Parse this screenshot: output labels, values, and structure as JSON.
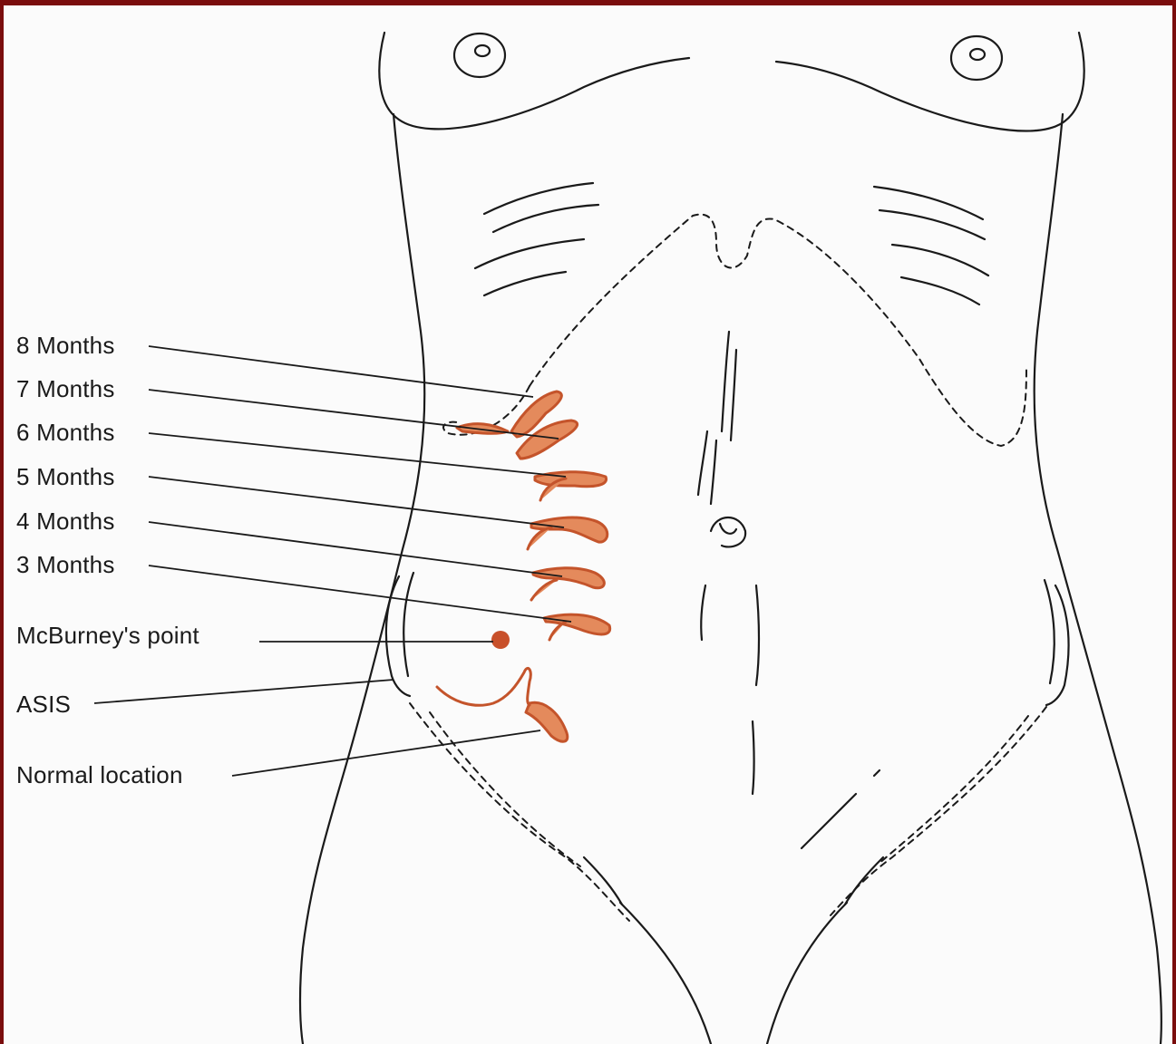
{
  "diagram": {
    "labels": {
      "m8": "8 Months",
      "m7": "7 Months",
      "m6": "6 Months",
      "m5": "5 Months",
      "m4": "4 Months",
      "m3": "3 Months",
      "mcburney": "McBurney's point",
      "asis": "ASIS",
      "normal": "Normal location"
    },
    "colors": {
      "frame": "#7a0d0d",
      "background": "#fbfbfb",
      "appendix_fill": "#d9744a",
      "appendix_stroke": "#c4542b",
      "mcburney_dot": "#c8502a",
      "line": "#1a1a1a"
    }
  }
}
